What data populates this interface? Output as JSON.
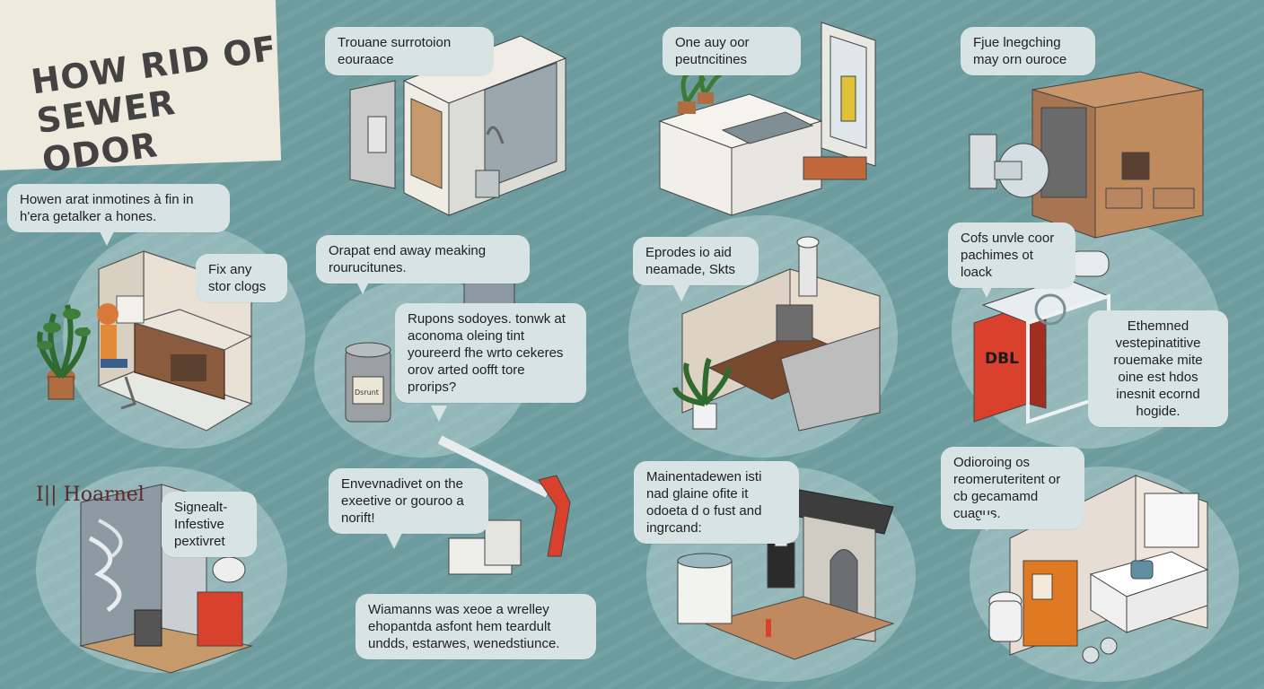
{
  "title": "HOW RID OF SEWER ODOR",
  "bubbles": {
    "b1": "Howen arat inmotines à fin in h'era getalker a hones.",
    "b2": "Fix any stor clogs",
    "b3": "Trouane surrotoion eouraace",
    "b4": "Orapat end away meaking rourucitunes.",
    "b5": "Rupons sodoyes. tonwk at aconoma oleing tint youreerd fhe wrto cekeres orov arted oofft tore prorips?",
    "b6": "One auy oor peutncitines",
    "b7": "Fjue lnegching may orn ouroce",
    "b8": "Eprodes io aid neamade, Skts",
    "b9": "Cofs unvle coor pachimes ot loack",
    "b10": "Ethemned vestepinatitive rouemake mite oine est hdos inesnit ecornd hogide.",
    "b11": "Signealt-Infestive pextivret",
    "b12": "Envevnadivet on the exeetive or gouroo a norift!",
    "b13": "Wiamanns was xeoe a wrelley ehopantda asfont hem teardult undds, estarwes, wenedstiunce.",
    "b14": "Mainentadewen isti nad glaine ofite it odoeta d o fust and ingrcand:",
    "b15": "Odioroing os reomeruteritent or cb gecamamd cuagus."
  },
  "labels": {
    "sign_left": "I|| Hoarnel",
    "box_dbl": "DBL",
    "can_label": "Dsrunt"
  },
  "colors": {
    "background": "#6f9fa1",
    "card": "#efeade",
    "bubble": "#d8e4e3",
    "wood": "#b07c57",
    "red": "#d9462e"
  }
}
